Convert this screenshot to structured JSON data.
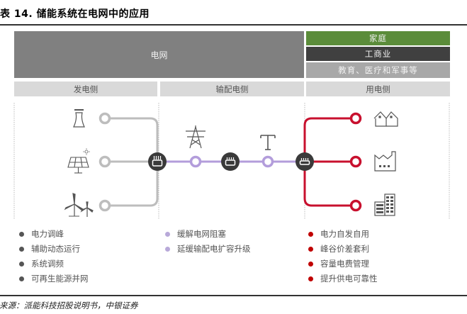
{
  "title": "表 14. 储能系统在电网中的应用",
  "grid_label": "电网",
  "user_segments": [
    {
      "label": "家庭",
      "color": "#5b8c3a"
    },
    {
      "label": "工商业",
      "color": "#404040"
    },
    {
      "label": "教育、医疗和军事等",
      "color": "#a8a8a8"
    }
  ],
  "sides": {
    "generation": "发电侧",
    "transmission_distribution": "输配电侧",
    "consumption": "用电侧"
  },
  "icons": {
    "generation": [
      "cooling-tower-icon",
      "solar-panel-icon",
      "wind-turbine-icon"
    ],
    "transmission": [
      "transmission-tower-icon",
      "utility-pole-icon"
    ],
    "consumption": [
      "houses-icon",
      "factory-icon",
      "office-building-icon"
    ],
    "storage": "battery-storage-icon"
  },
  "colors": {
    "generation_line": "#bdbdbd",
    "transmission_line": "#b39ddb",
    "consumption_line": "#c8102e",
    "storage_node": "#3a3a3a",
    "gen_bullet": "#555555",
    "td_bullet": "#b8a9d9",
    "use_bullet": "#c00000"
  },
  "applications": {
    "generation": [
      "电力调峰",
      "辅助动态运行",
      "系统调频",
      "可再生能源并网"
    ],
    "transmission_distribution": [
      "缓解电网阻塞",
      "延缓输配电扩容升级"
    ],
    "consumption": [
      "电力自发自用",
      "峰谷价差套利",
      "容量电费管理",
      "提升供电可靠性"
    ]
  },
  "source": "资料来源：派能科技招股说明书，中银证券"
}
